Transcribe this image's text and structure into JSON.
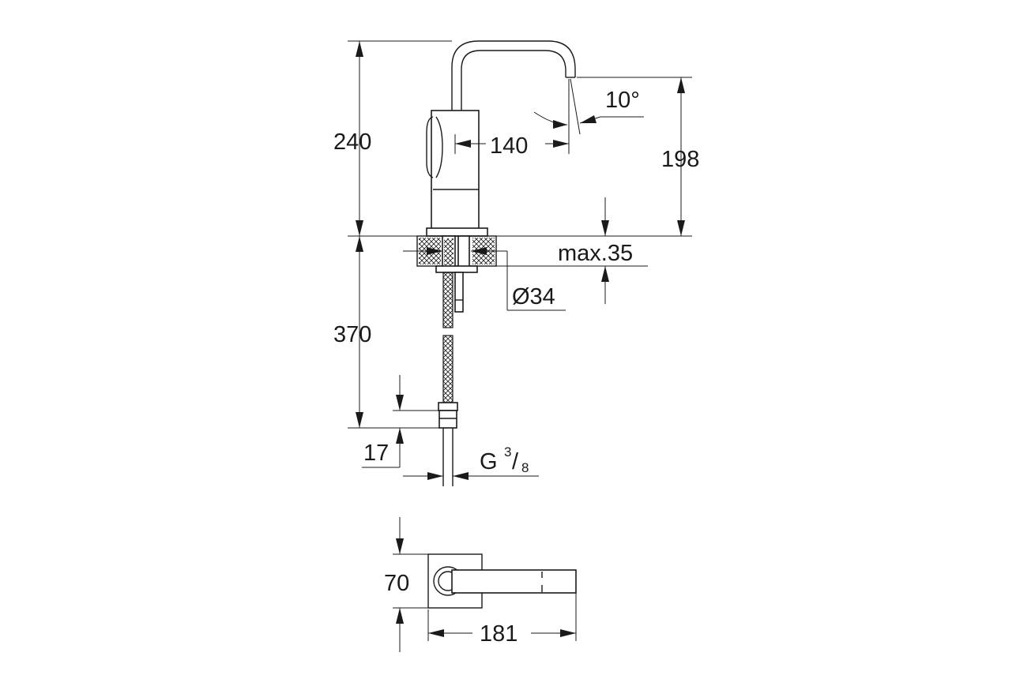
{
  "dimensions": {
    "height_above_deck": "240",
    "spout_height": "198",
    "spout_reach": "140",
    "spray_angle": "10°",
    "max_deck_thickness": "max.35",
    "hole_diameter": "Ø34",
    "hose_length": "370",
    "connector_length": "17",
    "thread_size": {
      "main": "G",
      "num": "3",
      "slash": "/",
      "den": "8"
    },
    "base_width": "70",
    "total_depth": "181"
  },
  "colors": {
    "line": "#1a1a1a",
    "background": "#ffffff"
  }
}
